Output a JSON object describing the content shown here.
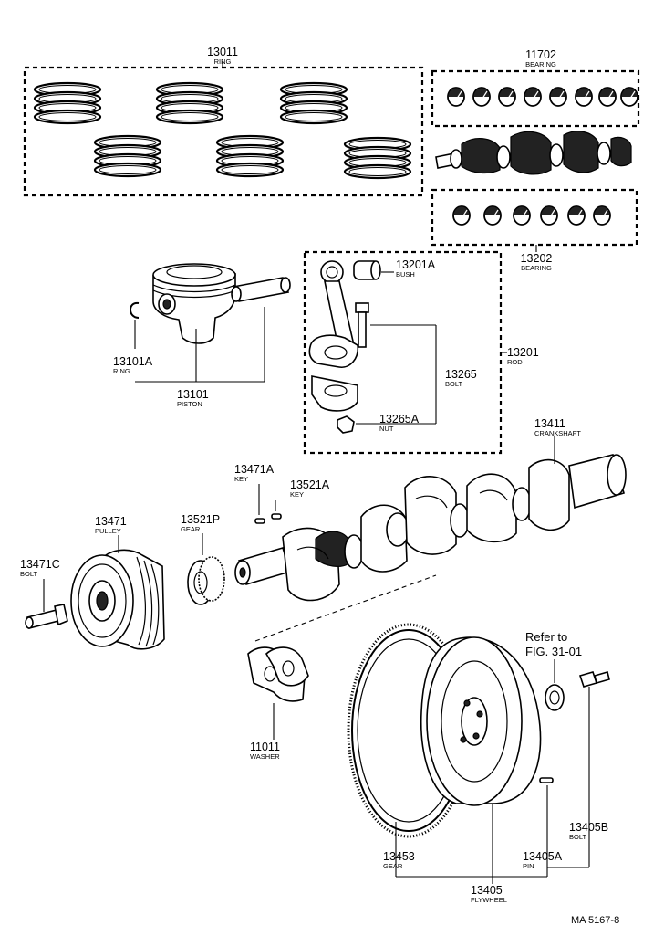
{
  "callouts": {
    "ring_set": {
      "num": "13011",
      "label": "RING"
    },
    "main_bearing": {
      "num": "11702",
      "label": "BEARING"
    },
    "rod_bearing": {
      "num": "13202",
      "label": "BEARING"
    },
    "bush": {
      "num": "13201A",
      "label": "BUSH"
    },
    "piston_ring": {
      "num": "13101A",
      "label": "RING"
    },
    "piston": {
      "num": "13101",
      "label": "PISTON"
    },
    "rod": {
      "num": "13201",
      "label": "ROD"
    },
    "rod_bolt": {
      "num": "13265",
      "label": "BOLT"
    },
    "rod_nut": {
      "num": "13265A",
      "label": "NUT"
    },
    "crankshaft": {
      "num": "13411",
      "label": "CRANKSHAFT"
    },
    "pulley_key": {
      "num": "13471A",
      "label": "KEY"
    },
    "gear_key": {
      "num": "13521A",
      "label": "KEY"
    },
    "pulley": {
      "num": "13471",
      "label": "PULLEY"
    },
    "crank_gear": {
      "num": "13521P",
      "label": "GEAR"
    },
    "pulley_bolt": {
      "num": "13471C",
      "label": "BOLT"
    },
    "washer": {
      "num": "11011",
      "label": "WASHER"
    },
    "ring_gear": {
      "num": "13453",
      "label": "GEAR"
    },
    "flywheel": {
      "num": "13405",
      "label": "FLYWHEEL"
    },
    "fly_pin": {
      "num": "13405A",
      "label": "PIN"
    },
    "fly_bolt": {
      "num": "13405B",
      "label": "BOLT"
    }
  },
  "reference": {
    "line1": "Refer to",
    "line2": "FIG. 31-01"
  },
  "figure_code": "MA 5167-8"
}
